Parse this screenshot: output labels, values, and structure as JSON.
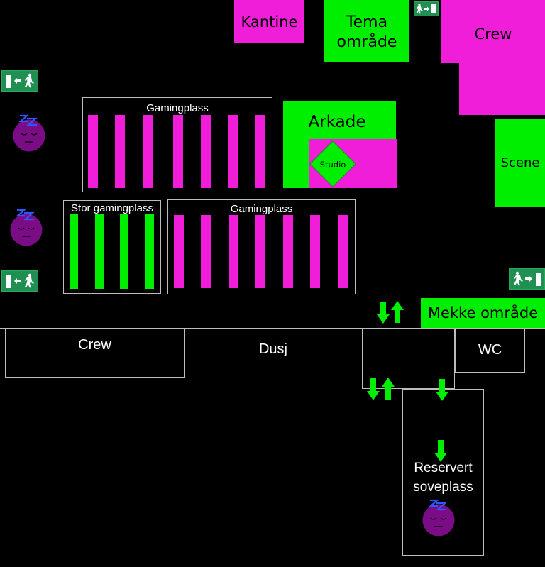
{
  "map": {
    "colors": {
      "background": "#000000",
      "magenta": "#f01ed8",
      "green": "#00ee00",
      "outline": "#bdbdbd",
      "exit_sign": "#1f8f52",
      "sleep_face": "#7a0d86",
      "sleep_z": "#3355ff"
    },
    "rooms": {
      "kantine": "Kantine",
      "tema_line1": "Tema",
      "tema_line2": "område",
      "crew_top": "Crew",
      "arkade": "Arkade",
      "studio": "Studio",
      "scene": "Scene",
      "mekke": "Mekke område",
      "crew_bottom": "Crew",
      "dusj": "Dusj",
      "wc": "WC",
      "reservert_line1": "Reservert",
      "reservert_line2": "soveplass"
    },
    "areas": {
      "gaming_1": {
        "label": "Gamingplass",
        "seats": 7
      },
      "stor_gaming": {
        "label": "Stor gamingplass",
        "seats": 4
      },
      "gaming_2": {
        "label": "Gamingplass",
        "seats": 7
      }
    },
    "icons": {
      "exit_sign": "emergency-exit-icon",
      "sleep": "sleeping-face-icon",
      "stairs_down": "arrow-down-icon",
      "stairs_up": "arrow-up-icon"
    }
  }
}
